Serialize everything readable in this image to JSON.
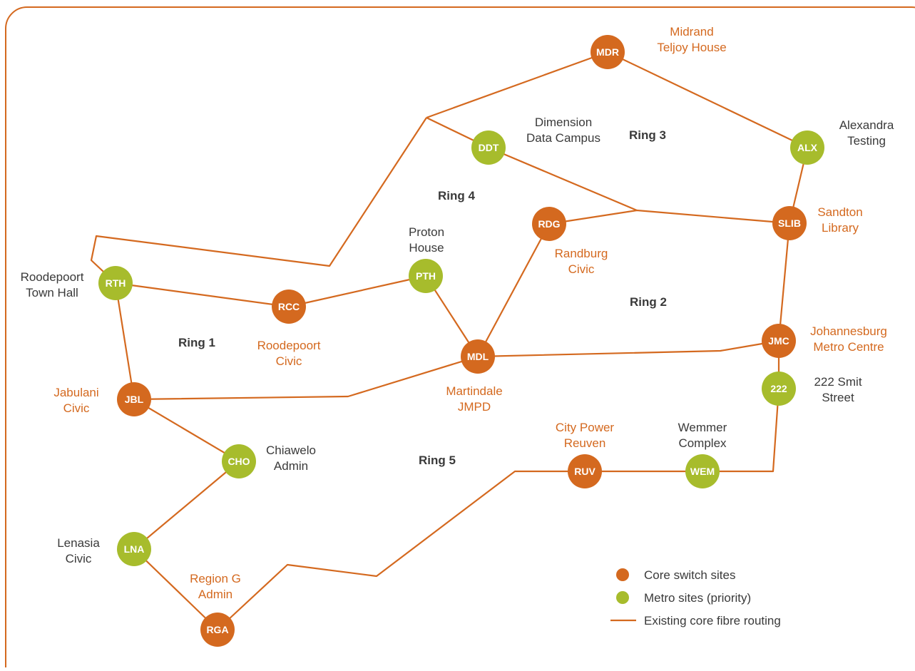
{
  "colors": {
    "core": "#D4691F",
    "metro": "#A7BC2C",
    "core_text": "#D4691F",
    "metro_text": "#3a3a3a",
    "route": "#D4691F",
    "frame": "#D4691F"
  },
  "rings": {
    "ring1": "Ring 1",
    "ring2": "Ring 2",
    "ring3": "Ring 3",
    "ring4": "Ring 4",
    "ring5": "Ring 5"
  },
  "sites": [
    {
      "id": "mdr",
      "code": "MDR",
      "type": "core",
      "name_lines": [
        "Midrand",
        "Teljoy House"
      ]
    },
    {
      "id": "ddt",
      "code": "DDT",
      "type": "metro",
      "name_lines": [
        "Dimension",
        "Data Campus"
      ]
    },
    {
      "id": "alx",
      "code": "ALX",
      "type": "metro",
      "name_lines": [
        "Alexandra",
        "Testing"
      ]
    },
    {
      "id": "slib",
      "code": "SLIB",
      "type": "core",
      "name_lines": [
        "Sandton",
        "Library"
      ]
    },
    {
      "id": "rdg",
      "code": "RDG",
      "type": "core",
      "name_lines": [
        "Randburg",
        "Civic"
      ]
    },
    {
      "id": "pth",
      "code": "PTH",
      "type": "metro",
      "name_lines": [
        "Proton",
        "House"
      ]
    },
    {
      "id": "rth",
      "code": "RTH",
      "type": "metro",
      "name_lines": [
        "Roodepoort",
        "Town Hall"
      ]
    },
    {
      "id": "rcc",
      "code": "RCC",
      "type": "core",
      "name_lines": [
        "Roodepoort",
        "Civic"
      ]
    },
    {
      "id": "mdl",
      "code": "MDL",
      "type": "core",
      "name_lines": [
        "Martindale",
        "JMPD"
      ]
    },
    {
      "id": "jmc",
      "code": "JMC",
      "type": "core",
      "name_lines": [
        "Johannesburg",
        "Metro Centre"
      ]
    },
    {
      "id": "s222",
      "code": "222",
      "type": "metro",
      "name_lines": [
        "222 Smit",
        "Street"
      ]
    },
    {
      "id": "jbl",
      "code": "JBL",
      "type": "core",
      "name_lines": [
        "Jabulani",
        "Civic"
      ]
    },
    {
      "id": "cho",
      "code": "CHO",
      "type": "metro",
      "name_lines": [
        "Chiawelo",
        "Admin"
      ]
    },
    {
      "id": "ruv",
      "code": "RUV",
      "type": "core",
      "name_lines": [
        "City Power",
        "Reuven"
      ]
    },
    {
      "id": "wem",
      "code": "WEM",
      "type": "metro",
      "name_lines": [
        "Wemmer",
        "Complex"
      ]
    },
    {
      "id": "lna",
      "code": "LNA",
      "type": "metro",
      "name_lines": [
        "Lenasia",
        "Civic"
      ]
    },
    {
      "id": "rga",
      "code": "RGA",
      "type": "core",
      "name_lines": [
        "Region G",
        "Admin"
      ]
    }
  ],
  "legend": {
    "core_label": "Core switch sites",
    "metro_label": "Metro sites (priority)",
    "route_label": "Existing core fibre routing"
  }
}
